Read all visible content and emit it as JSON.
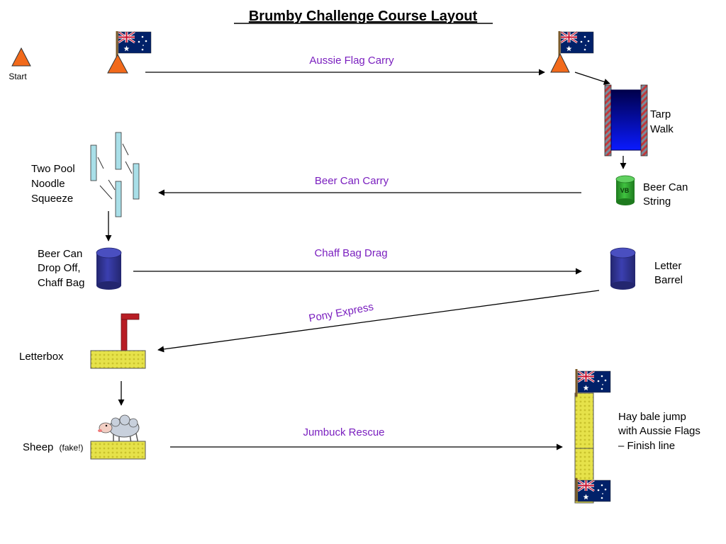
{
  "title": "Brumby Challenge Course Layout",
  "start_label": "Start",
  "stations": {
    "two_pool_noodle_squeeze": [
      "Two Pool",
      "Noodle",
      "Squeeze"
    ],
    "tarp_walk": [
      "Tarp",
      "Walk"
    ],
    "beer_can_string": [
      "Beer Can",
      "String"
    ],
    "beer_can_drop_off": [
      "Beer Can",
      "Drop Off,",
      "Chaff Bag"
    ],
    "letter_barrel": [
      "Letter",
      "Barrel"
    ],
    "letterbox": "Letterbox",
    "sheep": "Sheep",
    "sheep_note": "(fake!)",
    "hay_bale_jump": [
      "Hay bale jump",
      "with Aussie Flags",
      "– Finish line"
    ],
    "beer_can_logo": "VB"
  },
  "legs": {
    "aussie_flag_carry": "Aussie Flag Carry",
    "beer_can_carry": "Beer Can Carry",
    "chaff_bag_drag": "Chaff Bag Drag",
    "pony_express": "Pony Express",
    "jumbuck_rescue": "Jumbuck Rescue"
  },
  "colors": {
    "leg_label": "#7a1fbf",
    "cone": "#f26a1b",
    "barrel": "#2e3192",
    "tarp": "#0000cc",
    "hay": "#e6e24a",
    "letterbox_flag": "#b81d24",
    "beer_can": "#2a9a2a",
    "flag_blue": "#012169",
    "flag_red": "#c8102e"
  },
  "icons": [
    "cone-icon",
    "australian-flag-icon",
    "barrel-icon",
    "beer-can-icon",
    "hay-bale-icon",
    "sheep-icon",
    "pool-noodle-icon",
    "tarp-icon",
    "letterbox-icon"
  ]
}
